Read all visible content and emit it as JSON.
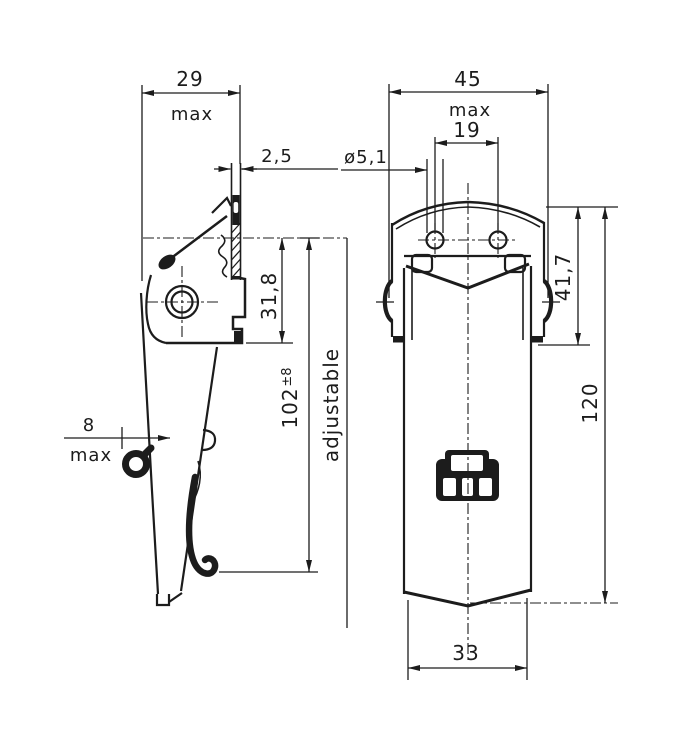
{
  "colors": {
    "line": "#1c1c1c",
    "background": "#ffffff"
  },
  "side_view": {
    "top_width": {
      "value": "29",
      "qualifier": "max"
    },
    "plate_thickness": {
      "value": "2,5"
    },
    "bracket_height": {
      "value": "31,8"
    },
    "overall_length": {
      "value": "102",
      "tolerance": "±8",
      "label": "adjustable"
    },
    "hook_protrusion": {
      "value": "8",
      "qualifier": "max"
    }
  },
  "front_view": {
    "top_width": {
      "value": "45",
      "qualifier": "max"
    },
    "hole_spacing": {
      "value": "19"
    },
    "hole_diameter": {
      "value": "ø5,1"
    },
    "plate_height": {
      "value": "41,7"
    },
    "overall_height": {
      "value": "120"
    },
    "bottom_width": {
      "value": "33"
    }
  }
}
